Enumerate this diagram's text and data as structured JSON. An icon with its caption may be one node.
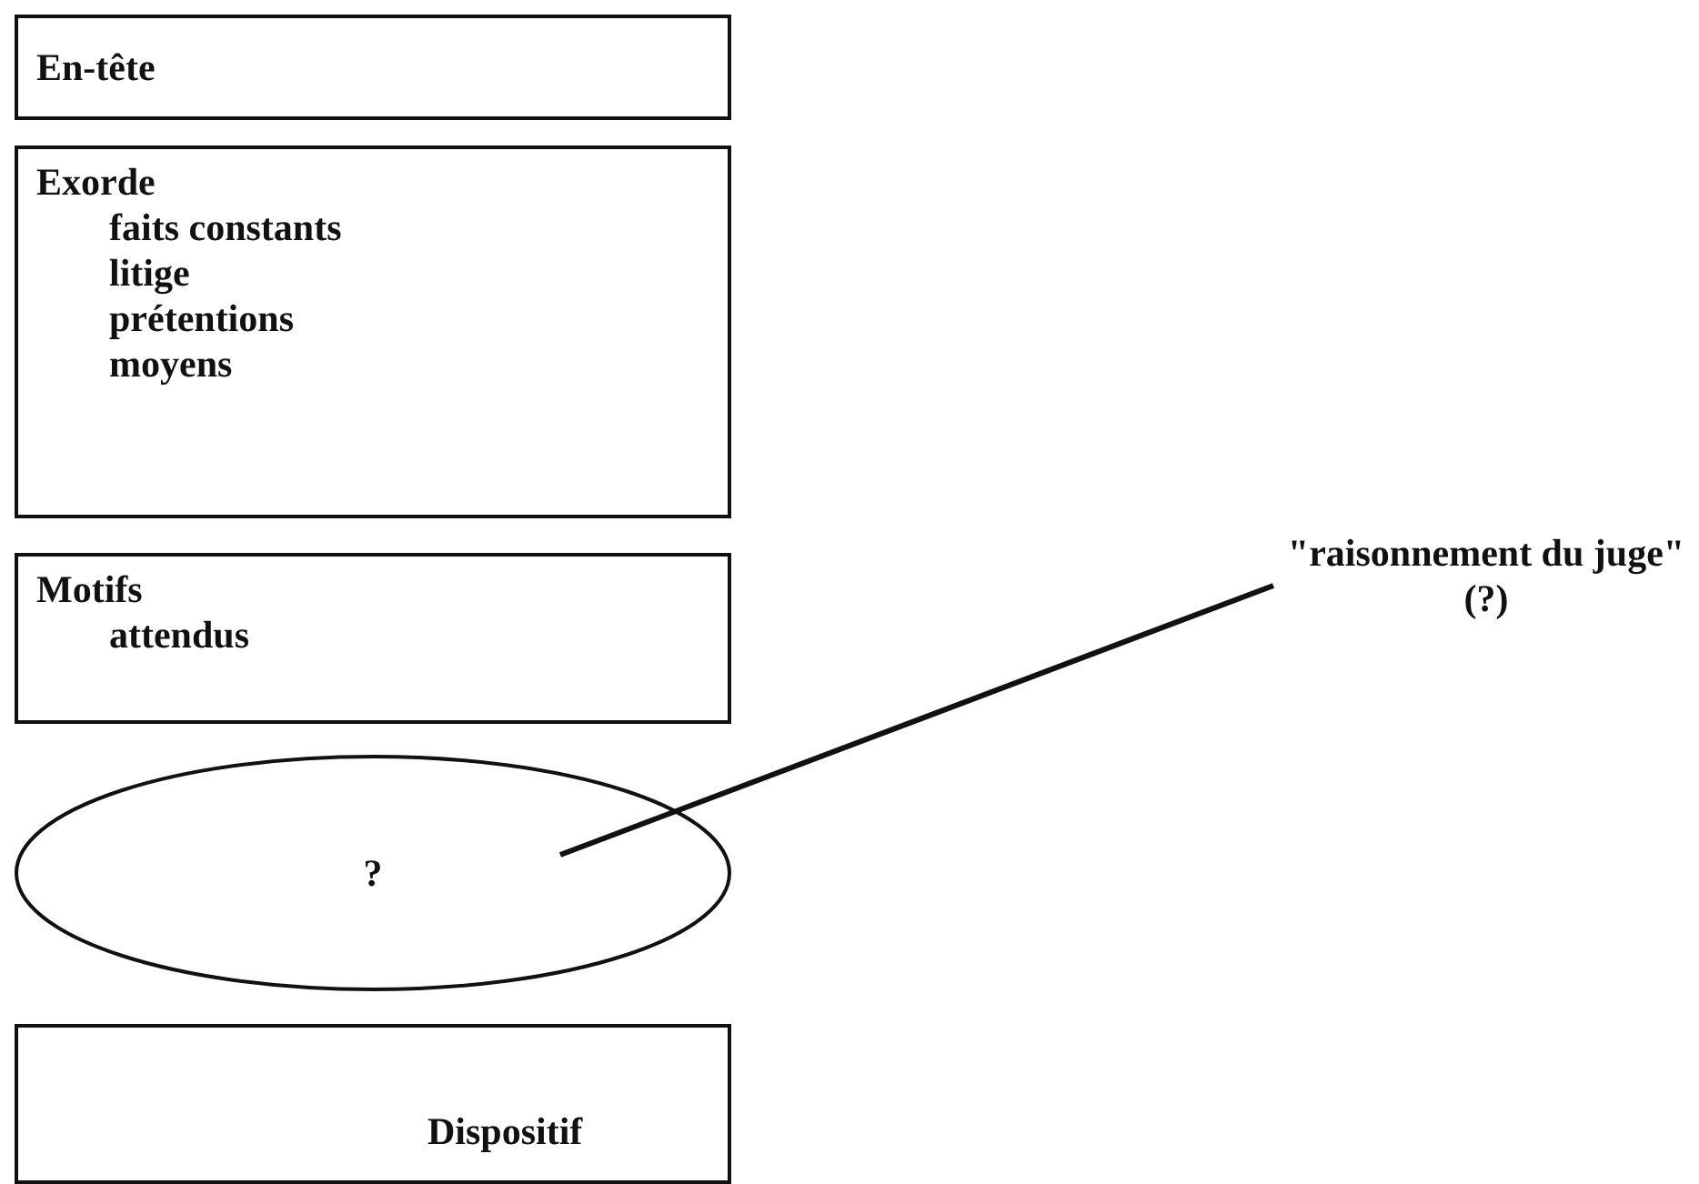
{
  "diagram": {
    "nodes": [
      {
        "text": [
          "En-tête"
        ]
      },
      {
        "text": [
          "Exorde",
          "faits constants",
          "litige",
          "prétentions",
          "moyens"
        ]
      },
      {
        "text": [
          "Motifs",
          "attendus"
        ]
      },
      {
        "text": [
          "?"
        ]
      },
      {
        "text": [
          "Dispositif"
        ]
      },
      {
        "text": [
          "\"raisonnement du juge\" (?)"
        ]
      }
    ],
    "edges": [
      {
        "from": 5,
        "to": 3,
        "arrow": "none"
      }
    ]
  }
}
